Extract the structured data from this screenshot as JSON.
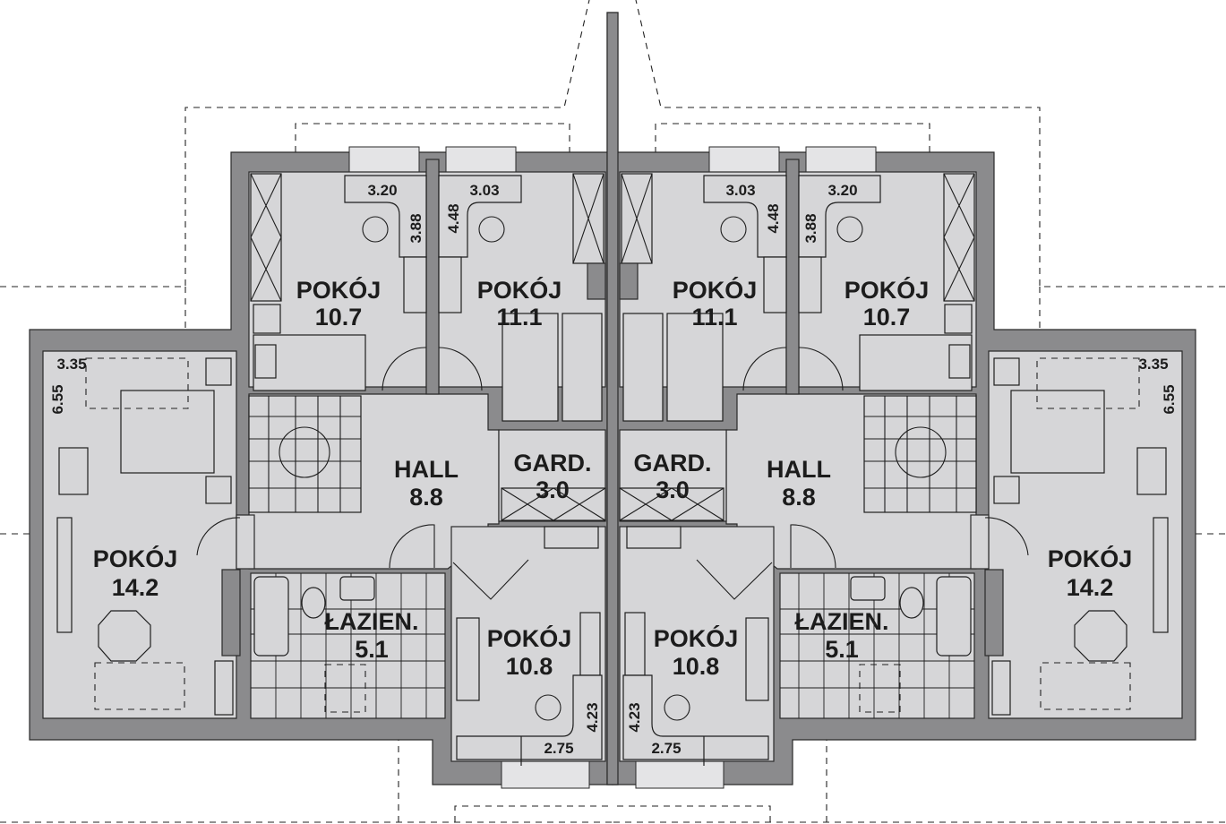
{
  "plan": {
    "title_labels": {
      "pokoj": "POKÓJ",
      "hall": "HALL",
      "gard": "GARD.",
      "lazien": "ŁAZIEN."
    },
    "left_unit": {
      "rooms": [
        {
          "name": "POKÓJ",
          "area": "10.7"
        },
        {
          "name": "POKÓJ",
          "area": "11.1"
        },
        {
          "name": "POKÓJ",
          "area": "14.2"
        },
        {
          "name": "HALL",
          "area": "8.8"
        },
        {
          "name": "GARD.",
          "area": "3.0"
        },
        {
          "name": "ŁAZIEN.",
          "area": "5.1"
        },
        {
          "name": "POKÓJ",
          "area": "10.8"
        }
      ],
      "dimensions": [
        "3.20",
        "3.88",
        "3.03",
        "4.48",
        "3.35",
        "6.55",
        "4.23",
        "2.75"
      ]
    },
    "right_unit": {
      "rooms": [
        {
          "name": "POKÓJ",
          "area": "10.7"
        },
        {
          "name": "POKÓJ",
          "area": "11.1"
        },
        {
          "name": "POKÓJ",
          "area": "14.2"
        },
        {
          "name": "HALL",
          "area": "8.8"
        },
        {
          "name": "GARD.",
          "area": "3.0"
        },
        {
          "name": "ŁAZIEN.",
          "area": "5.1"
        },
        {
          "name": "POKÓJ",
          "area": "10.8"
        }
      ],
      "dimensions": [
        "3.20",
        "3.88",
        "3.03",
        "4.48",
        "3.35",
        "6.55",
        "4.23",
        "2.75"
      ]
    },
    "colors": {
      "wall": "#8b8b8d",
      "floor": "#d6d6d8",
      "ink": "#1c1c1c"
    }
  }
}
